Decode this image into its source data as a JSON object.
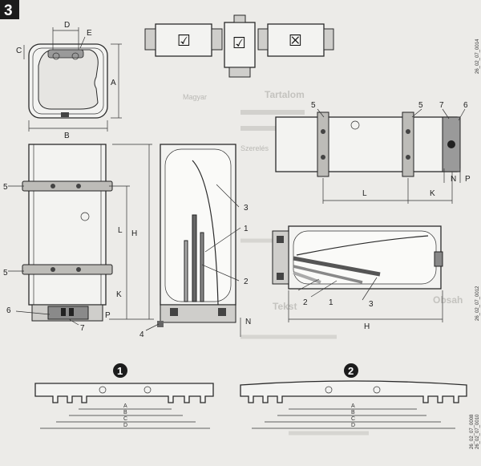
{
  "figure_number": "3",
  "codes": {
    "top_right": "26_02_07_0014",
    "middle_right": "26_02_07_0012",
    "bottom_right_1": "26_02_07_0008",
    "bottom_right_2": "26_02_07_0010"
  },
  "labels": {
    "A": "A",
    "B": "B",
    "C": "C",
    "D": "D",
    "E": "E",
    "H": "H",
    "L": "L",
    "K": "K",
    "P": "P",
    "N": "N",
    "n1": "1",
    "n2": "2",
    "n3": "3",
    "n4": "4",
    "n5": "5",
    "n6": "6",
    "n7": "7"
  },
  "orientation_checks": [
    {
      "mark": "☑",
      "name": "horizontal-allowed"
    },
    {
      "mark": "☑",
      "name": "vertical-allowed"
    },
    {
      "mark": "☒",
      "name": "horizontal-not-allowed"
    }
  ],
  "bracket_numbers": {
    "first": "1",
    "second": "2"
  },
  "bleed_text": {
    "line1": "Tartalom",
    "line2": "Obsah",
    "line3": "Tekst",
    "line4": "Szerelés",
    "line5": "Magyar"
  }
}
